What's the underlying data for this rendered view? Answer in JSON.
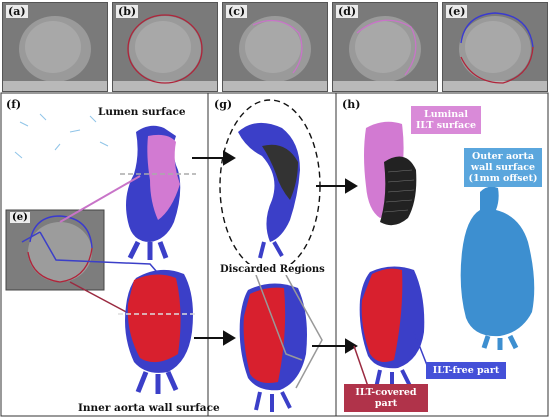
{
  "top_row": {
    "panels": [
      {
        "label": "(a)",
        "contour": "none"
      },
      {
        "label": "(b)",
        "contour": "#b0243a"
      },
      {
        "label": "(c)",
        "contour": "#c874c8"
      },
      {
        "label": "(d)",
        "contour": "#c874c8"
      },
      {
        "label": "(e)",
        "contour": "#3a3ad0"
      }
    ]
  },
  "panel_f": {
    "label": "(f)",
    "lumen_title": "Lumen surface",
    "inset_label": "(e)",
    "inner_title": "Inner aorta wall surface"
  },
  "panel_g": {
    "label": "(g)",
    "discarded_label": "Discarded Regions"
  },
  "panel_h": {
    "label": "(h)",
    "luminal_ilt_label": "Luminal ILT surface",
    "outer_wall_label": "Outer aorta wall surface (1mm offset)",
    "ilt_covered_label": "ILT-covered part",
    "ilt_free_label": "ILT-free part"
  },
  "colors": {
    "lumen_blue": "#3b3fc8",
    "ilt_red": "#d8202e",
    "ilt_pink": "#d27ad2",
    "outer_blue": "#3d8fd0",
    "tag_pink_bg": "#d98ad8",
    "tag_blue_bg": "#5aa6dd",
    "tag_red_bg": "#b0334a",
    "tag_free_bg": "#4450d8"
  }
}
